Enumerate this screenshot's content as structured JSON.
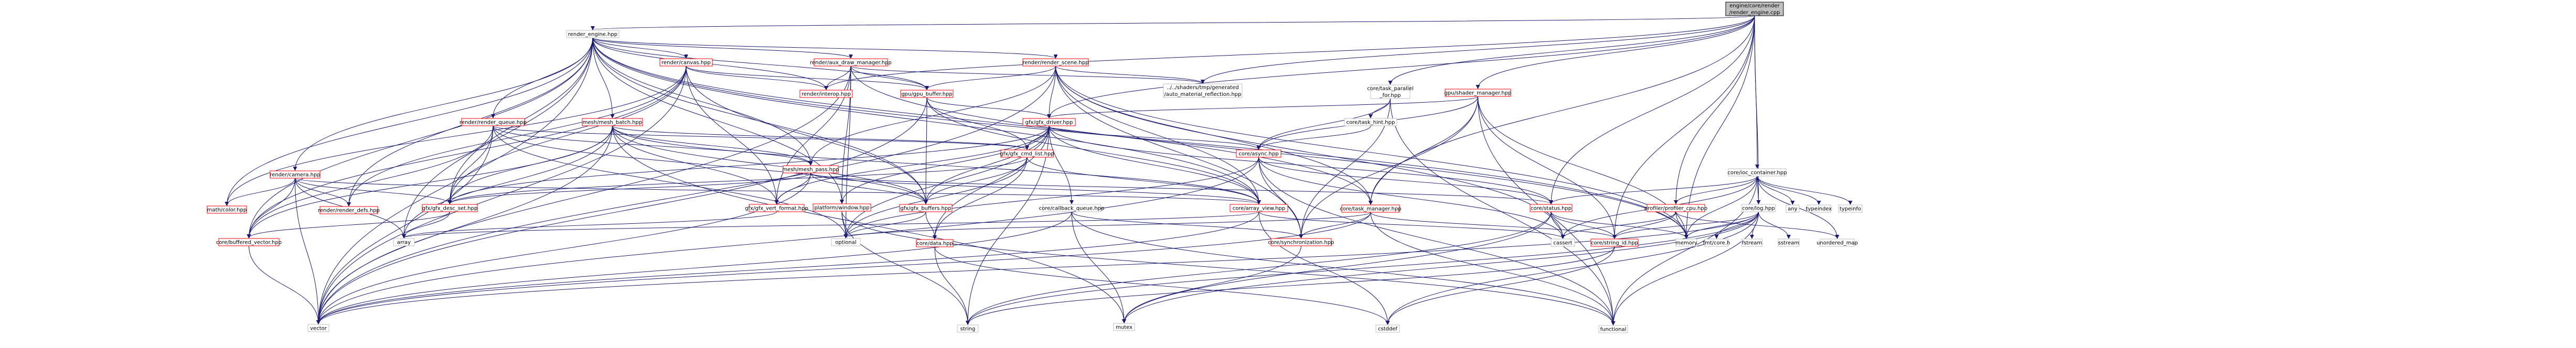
{
  "colors": {
    "edge": "#191970",
    "node_border_default": "#bfbfbf",
    "node_border_link": "#ff0000",
    "root_fill": "#bfbfbf"
  },
  "nodes": {
    "n0": {
      "lines": [
        "engine/core/render",
        "/render_engine.cpp"
      ],
      "style": "root"
    },
    "n1": {
      "lines": [
        "render_engine.hpp"
      ],
      "style": "plain"
    },
    "n2": {
      "lines": [
        "render/canvas.hpp"
      ],
      "style": "red"
    },
    "n3": {
      "lines": [
        "render/aux_draw_manager.hpp"
      ],
      "style": "red"
    },
    "n4": {
      "lines": [
        "render/render_scene.hpp"
      ],
      "style": "red"
    },
    "n5": {
      "lines": [
        "render/interop.hpp"
      ],
      "style": "red"
    },
    "n6": {
      "lines": [
        "gpu/gpu_buffer.hpp"
      ],
      "style": "red"
    },
    "n7": {
      "lines": [
        "../../shaders/tmp/generated",
        "/auto_material_reflection.hpp"
      ],
      "style": "plain"
    },
    "n8": {
      "lines": [
        "core/task_parallel",
        "_for.hpp"
      ],
      "style": "plain"
    },
    "n9": {
      "lines": [
        "gpu/shader_manager.hpp"
      ],
      "style": "red"
    },
    "n10": {
      "lines": [
        "render/render_queue.hpp"
      ],
      "style": "red"
    },
    "n11": {
      "lines": [
        "mesh/mesh_batch.hpp"
      ],
      "style": "red"
    },
    "n12": {
      "lines": [
        "gfx/gfx_driver.hpp"
      ],
      "style": "red"
    },
    "n13": {
      "lines": [
        "core/task_hint.hpp"
      ],
      "style": "plain"
    },
    "n14": {
      "lines": [
        "core/ioc_container.hpp"
      ],
      "style": "plain"
    },
    "n15": {
      "lines": [
        "gfx/gfx_cmd_list.hpp"
      ],
      "style": "red"
    },
    "n16": {
      "lines": [
        "core/async.hpp"
      ],
      "style": "red"
    },
    "n17": {
      "lines": [
        "render/camera.hpp"
      ],
      "style": "red"
    },
    "n18": {
      "lines": [
        "mesh/mesh_pass.hpp"
      ],
      "style": "red"
    },
    "n19": {
      "lines": [
        "math/color.hpp"
      ],
      "style": "red"
    },
    "n20": {
      "lines": [
        "render/render_defs.hpp"
      ],
      "style": "red"
    },
    "n21": {
      "lines": [
        "gfx/gfx_desc_set.hpp"
      ],
      "style": "red"
    },
    "n22": {
      "lines": [
        "gfx/gfx_vert_format.hpp"
      ],
      "style": "red"
    },
    "n23": {
      "lines": [
        "platform/window.hpp"
      ],
      "style": "red"
    },
    "n24": {
      "lines": [
        "gfx/gfx_buffers.hpp"
      ],
      "style": "red"
    },
    "n25": {
      "lines": [
        "core/callback_queue.hpp"
      ],
      "style": "plain"
    },
    "n26": {
      "lines": [
        "core/array_view.hpp"
      ],
      "style": "red"
    },
    "n27": {
      "lines": [
        "core/task_manager.hpp"
      ],
      "style": "red"
    },
    "n28": {
      "lines": [
        "core/status.hpp"
      ],
      "style": "red"
    },
    "n29": {
      "lines": [
        "profiler/profiler_cpu.hpp"
      ],
      "style": "red"
    },
    "n30": {
      "lines": [
        "core/log.hpp"
      ],
      "style": "plain"
    },
    "n31": {
      "lines": [
        "any"
      ],
      "style": "plain"
    },
    "n32": {
      "lines": [
        "typeindex"
      ],
      "style": "plain"
    },
    "n33": {
      "lines": [
        "typeinfo"
      ],
      "style": "plain"
    },
    "n34": {
      "lines": [
        "core/buffered_vector.hpp"
      ],
      "style": "red"
    },
    "n35": {
      "lines": [
        "array"
      ],
      "style": "plain"
    },
    "n36": {
      "lines": [
        "optional"
      ],
      "style": "plain"
    },
    "n37": {
      "lines": [
        "core/data.hpp"
      ],
      "style": "red"
    },
    "n38": {
      "lines": [
        "core/synchronization.hpp"
      ],
      "style": "red"
    },
    "n39": {
      "lines": [
        "cassert"
      ],
      "style": "plain"
    },
    "n40": {
      "lines": [
        "core/string_id.hpp"
      ],
      "style": "red"
    },
    "n41": {
      "lines": [
        "memory"
      ],
      "style": "plain"
    },
    "n42": {
      "lines": [
        "fmt/core.h"
      ],
      "style": "plain"
    },
    "n43": {
      "lines": [
        "fstream"
      ],
      "style": "plain"
    },
    "n44": {
      "lines": [
        "sstream"
      ],
      "style": "plain"
    },
    "n45": {
      "lines": [
        "unordered_map"
      ],
      "style": "plain"
    },
    "n46": {
      "lines": [
        "vector"
      ],
      "style": "plain"
    },
    "n47": {
      "lines": [
        "string"
      ],
      "style": "plain"
    },
    "n48": {
      "lines": [
        "mutex"
      ],
      "style": "plain"
    },
    "n49": {
      "lines": [
        "cstddef"
      ],
      "style": "plain"
    },
    "n50": {
      "lines": [
        "functional"
      ],
      "style": "plain"
    }
  },
  "edges": [
    [
      "n0",
      "n1"
    ],
    [
      "n0",
      "n7"
    ],
    [
      "n0",
      "n8"
    ],
    [
      "n0",
      "n9"
    ],
    [
      "n0",
      "n12"
    ],
    [
      "n0",
      "n14"
    ],
    [
      "n0",
      "n29"
    ],
    [
      "n0",
      "n30"
    ],
    [
      "n0",
      "n27"
    ],
    [
      "n0",
      "n28"
    ],
    [
      "n0",
      "n41"
    ],
    [
      "n0",
      "n40"
    ],
    [
      "n0",
      "n5"
    ],
    [
      "n1",
      "n2"
    ],
    [
      "n1",
      "n3"
    ],
    [
      "n1",
      "n4"
    ],
    [
      "n1",
      "n5"
    ],
    [
      "n1",
      "n6"
    ],
    [
      "n1",
      "n10"
    ],
    [
      "n1",
      "n11"
    ],
    [
      "n1",
      "n17"
    ],
    [
      "n1",
      "n19"
    ],
    [
      "n1",
      "n20"
    ],
    [
      "n1",
      "n21"
    ],
    [
      "n1",
      "n24"
    ],
    [
      "n1",
      "n26"
    ],
    [
      "n1",
      "n34"
    ],
    [
      "n1",
      "n27"
    ],
    [
      "n1",
      "n23"
    ],
    [
      "n1",
      "n35"
    ],
    [
      "n1",
      "n46"
    ],
    [
      "n1",
      "n41"
    ],
    [
      "n1",
      "n18"
    ],
    [
      "n2",
      "n5"
    ],
    [
      "n2",
      "n6"
    ],
    [
      "n2",
      "n19"
    ],
    [
      "n2",
      "n21"
    ],
    [
      "n2",
      "n24"
    ],
    [
      "n2",
      "n34"
    ],
    [
      "n2",
      "n46"
    ],
    [
      "n2",
      "n22"
    ],
    [
      "n2",
      "n20"
    ],
    [
      "n3",
      "n6"
    ],
    [
      "n3",
      "n7"
    ],
    [
      "n3",
      "n22"
    ],
    [
      "n3",
      "n23"
    ],
    [
      "n3",
      "n46"
    ],
    [
      "n3",
      "n36"
    ],
    [
      "n3",
      "n41"
    ],
    [
      "n3",
      "n5"
    ],
    [
      "n4",
      "n6"
    ],
    [
      "n4",
      "n7"
    ],
    [
      "n4",
      "n18"
    ],
    [
      "n4",
      "n26"
    ],
    [
      "n4",
      "n27"
    ],
    [
      "n4",
      "n38"
    ],
    [
      "n4",
      "n39"
    ],
    [
      "n4",
      "n41"
    ],
    [
      "n4",
      "n12"
    ],
    [
      "n4",
      "n46"
    ],
    [
      "n6",
      "n12"
    ],
    [
      "n6",
      "n15"
    ],
    [
      "n6",
      "n24"
    ],
    [
      "n6",
      "n26"
    ],
    [
      "n6",
      "n46"
    ],
    [
      "n8",
      "n13"
    ],
    [
      "n8",
      "n16"
    ],
    [
      "n8",
      "n38"
    ],
    [
      "n8",
      "n50"
    ],
    [
      "n9",
      "n12"
    ],
    [
      "n9",
      "n16"
    ],
    [
      "n9",
      "n38"
    ],
    [
      "n9",
      "n40"
    ],
    [
      "n9",
      "n41"
    ],
    [
      "n9",
      "n50"
    ],
    [
      "n9",
      "n27"
    ],
    [
      "n10",
      "n15"
    ],
    [
      "n10",
      "n21"
    ],
    [
      "n10",
      "n24"
    ],
    [
      "n10",
      "n34"
    ],
    [
      "n10",
      "n46"
    ],
    [
      "n10",
      "n36"
    ],
    [
      "n10",
      "n18"
    ],
    [
      "n11",
      "n15"
    ],
    [
      "n11",
      "n21"
    ],
    [
      "n11",
      "n22"
    ],
    [
      "n11",
      "n24"
    ],
    [
      "n11",
      "n34"
    ],
    [
      "n11",
      "n18"
    ],
    [
      "n11",
      "n35"
    ],
    [
      "n11",
      "n26"
    ],
    [
      "n11",
      "n46"
    ],
    [
      "n11",
      "n48"
    ],
    [
      "n12",
      "n15"
    ],
    [
      "n12",
      "n16"
    ],
    [
      "n12",
      "n21"
    ],
    [
      "n12",
      "n22"
    ],
    [
      "n12",
      "n23"
    ],
    [
      "n12",
      "n24"
    ],
    [
      "n12",
      "n25"
    ],
    [
      "n12",
      "n26"
    ],
    [
      "n12",
      "n37"
    ],
    [
      "n12",
      "n28"
    ],
    [
      "n12",
      "n36"
    ],
    [
      "n12",
      "n47"
    ],
    [
      "n13",
      "n16"
    ],
    [
      "n14",
      "n31"
    ],
    [
      "n14",
      "n32"
    ],
    [
      "n14",
      "n33"
    ],
    [
      "n14",
      "n30"
    ],
    [
      "n14",
      "n29"
    ],
    [
      "n14",
      "n41"
    ],
    [
      "n14",
      "n45"
    ],
    [
      "n14",
      "n50"
    ],
    [
      "n14",
      "n39"
    ],
    [
      "n14",
      "n28"
    ],
    [
      "n15",
      "n24"
    ],
    [
      "n15",
      "n26"
    ],
    [
      "n15",
      "n21"
    ],
    [
      "n15",
      "n37"
    ],
    [
      "n15",
      "n36"
    ],
    [
      "n16",
      "n28"
    ],
    [
      "n16",
      "n38"
    ],
    [
      "n16",
      "n36"
    ],
    [
      "n16",
      "n46"
    ],
    [
      "n16",
      "n50"
    ],
    [
      "n16",
      "n39"
    ],
    [
      "n17",
      "n19"
    ],
    [
      "n17",
      "n20"
    ],
    [
      "n17",
      "n21"
    ],
    [
      "n17",
      "n34"
    ],
    [
      "n17",
      "n35"
    ],
    [
      "n17",
      "n46"
    ],
    [
      "n17",
      "n26"
    ],
    [
      "n18",
      "n22"
    ],
    [
      "n18",
      "n24"
    ],
    [
      "n18",
      "n26"
    ],
    [
      "n18",
      "n21"
    ],
    [
      "n18",
      "n46"
    ],
    [
      "n18",
      "n28"
    ],
    [
      "n21",
      "n34"
    ],
    [
      "n21",
      "n35"
    ],
    [
      "n22",
      "n35"
    ],
    [
      "n23",
      "n36"
    ],
    [
      "n23",
      "n47"
    ],
    [
      "n23",
      "n50"
    ],
    [
      "n24",
      "n37"
    ],
    [
      "n24",
      "n36"
    ],
    [
      "n25",
      "n38"
    ],
    [
      "n25",
      "n50"
    ],
    [
      "n25",
      "n46"
    ],
    [
      "n25",
      "n48"
    ],
    [
      "n26",
      "n35"
    ],
    [
      "n26",
      "n46"
    ],
    [
      "n26",
      "n49"
    ],
    [
      "n26",
      "n39"
    ],
    [
      "n27",
      "n38"
    ],
    [
      "n27",
      "n40"
    ],
    [
      "n27",
      "n46"
    ],
    [
      "n27",
      "n50"
    ],
    [
      "n27",
      "n36"
    ],
    [
      "n28",
      "n40"
    ],
    [
      "n28",
      "n41"
    ],
    [
      "n28",
      "n47"
    ],
    [
      "n28",
      "n39"
    ],
    [
      "n28",
      "n48"
    ],
    [
      "n29",
      "n40"
    ],
    [
      "n29",
      "n41"
    ],
    [
      "n29",
      "n39"
    ],
    [
      "n29",
      "n45"
    ],
    [
      "n30",
      "n42"
    ],
    [
      "n30",
      "n43"
    ],
    [
      "n30",
      "n44"
    ],
    [
      "n30",
      "n41"
    ],
    [
      "n30",
      "n40"
    ],
    [
      "n30",
      "n47"
    ],
    [
      "n30",
      "n48"
    ],
    [
      "n30",
      "n49"
    ],
    [
      "n30",
      "n50"
    ],
    [
      "n30",
      "n46"
    ],
    [
      "n34",
      "n46"
    ],
    [
      "n37",
      "n49"
    ],
    [
      "n37",
      "n47"
    ],
    [
      "n38",
      "n48"
    ],
    [
      "n40",
      "n47"
    ],
    [
      "n40",
      "n49"
    ]
  ]
}
